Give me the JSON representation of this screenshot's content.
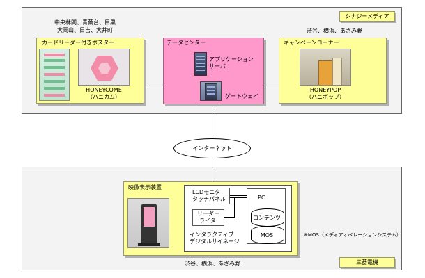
{
  "labels": {
    "synergy_media": "シナジーメディア",
    "mitsubishi": "三菱電機",
    "top_stations_line1": "中央林間、青葉台、目黒",
    "top_stations_line2": "大岡山、日吉、大井町",
    "poster_title": "カードリーダー付きポスター",
    "honeycome_name": "HONEYCOME",
    "honeycome_kana": "（ハニカム）",
    "datacenter_title": "データセンター",
    "app_server_line1": "アプリケーション",
    "app_server_line2": "サーバ",
    "gateway": "ゲートウェイ",
    "campaign_stations": "渋谷、横浜、あざみ野",
    "campaign_title": "キャンペーンコーナー",
    "honeypop_name": "HONEYPOP",
    "honeypop_kana": "（ハニポップ）",
    "internet": "インターネット",
    "display_title": "映像表示装置",
    "lcd_line1": "LCDモニタ",
    "lcd_line2": "タッチパネル",
    "reader_line1": "リーダー",
    "reader_line2": "ライタ",
    "pc": "PC",
    "contents": "コンテンツ",
    "mos": "MOS",
    "signage_line1": "インタラクティブ",
    "signage_line2": "デジタルサイネージ",
    "mos_note": "※MOS（メディアオペレーションシステム）",
    "bottom_stations": "渋谷、横浜、あざみ野"
  },
  "colors": {
    "yellow": "#ffff99",
    "pink": "#ff99cc",
    "panel": "#f3f3f3"
  }
}
